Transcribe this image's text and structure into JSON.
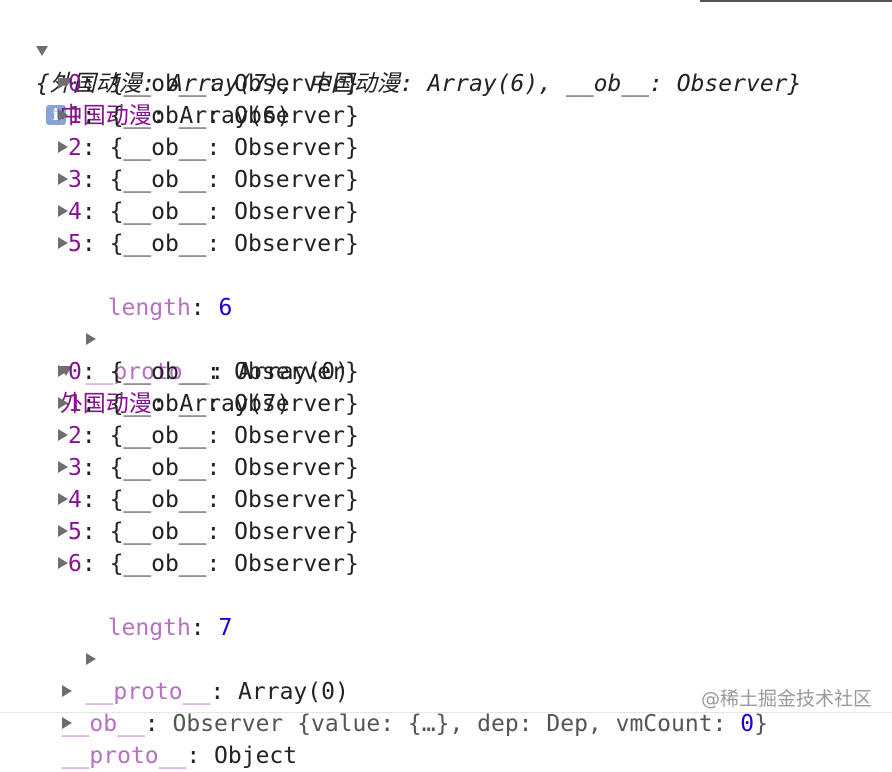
{
  "summary": {
    "open": "{",
    "key1": "外国动漫",
    "sep1": ": ",
    "val1": "Array(7)",
    "comma1": ", ",
    "key2": "中国动漫",
    "sep2": ": ",
    "val2": "Array(6)",
    "comma2": ", ",
    "key3": "__ob__",
    "sep3": ": ",
    "val3": "Observer",
    "close": "}",
    "info_glyph": "i"
  },
  "china": {
    "key": "中国动漫",
    "sep": ": ",
    "value": "Array(6)",
    "items": [
      {
        "index": "0",
        "value": "{__ob__: Observer}"
      },
      {
        "index": "1",
        "value": "{__ob__: Observer}"
      },
      {
        "index": "2",
        "value": "{__ob__: Observer}"
      },
      {
        "index": "3",
        "value": "{__ob__: Observer}"
      },
      {
        "index": "4",
        "value": "{__ob__: Observer}"
      },
      {
        "index": "5",
        "value": "{__ob__: Observer}"
      }
    ],
    "length_key": "length",
    "length_value": "6",
    "proto_key": "__proto__",
    "proto_value": "Array(0)"
  },
  "foreign": {
    "key": "外国动漫",
    "sep": ": ",
    "value": "Array(7)",
    "items": [
      {
        "index": "0",
        "value": "{__ob__: Observer}"
      },
      {
        "index": "1",
        "value": "{__ob__: Observer}"
      },
      {
        "index": "2",
        "value": "{__ob__: Observer}"
      },
      {
        "index": "3",
        "value": "{__ob__: Observer}"
      },
      {
        "index": "4",
        "value": "{__ob__: Observer}"
      },
      {
        "index": "5",
        "value": "{__ob__: Observer}"
      },
      {
        "index": "6",
        "value": "{__ob__: Observer}"
      }
    ],
    "length_key": "length",
    "length_value": "7",
    "proto_key": "__proto__",
    "proto_value": "Array(0)"
  },
  "ob": {
    "key": "__ob__",
    "sep": ": ",
    "value_pre": "Observer {value: {…}, dep: Dep, vmCount: ",
    "vmcount": "0",
    "value_post": "}"
  },
  "root_proto": {
    "key": "__proto__",
    "sep": ": ",
    "value": "Object"
  },
  "watermark": "@稀土掘金技术社区"
}
